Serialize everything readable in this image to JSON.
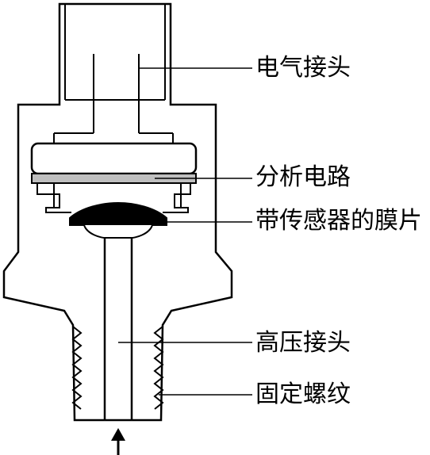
{
  "labels": {
    "electrical_connector": "电气接头",
    "analysis_circuit": "分析电路",
    "sensor_membrane": "带传感器的膜片",
    "high_pressure_port": "高压接头",
    "mounting_thread": "固定螺纹"
  },
  "colors": {
    "line": "#000000",
    "circuit_board": "#bfbfbf",
    "membrane": "#000000",
    "background": "#ffffff"
  },
  "icons": {
    "pressure_direction": "arrow-up-icon"
  }
}
